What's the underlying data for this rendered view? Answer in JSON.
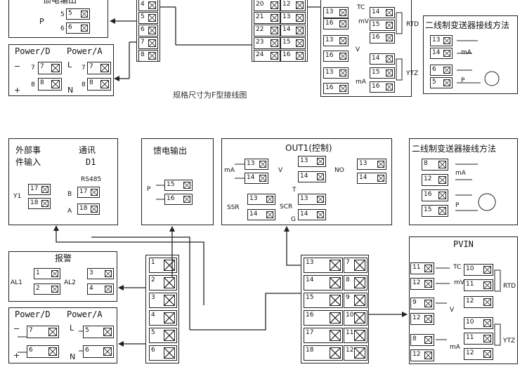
{
  "top": {
    "feed_fragment": "馈电输出",
    "feed_p": "P",
    "feed_pins": [
      "5",
      "6"
    ],
    "power_d": "Power/D",
    "power_a": "Power/A",
    "power_d_pins": [
      "7",
      "8"
    ],
    "power_a_pins": [
      "7",
      "8"
    ],
    "power_a_L": "L",
    "power_a_N": "N",
    "sym_minus": "−",
    "sym_plus": "+",
    "caption": "规格尺寸为F型接线图",
    "left_term_nums": [
      "4",
      "5",
      "6",
      "7",
      "8"
    ],
    "block_left_nums": [
      "20",
      "21",
      "22",
      "23",
      "24"
    ],
    "block_right_nums": [
      "12",
      "13",
      "14",
      "15",
      "16"
    ],
    "pv": {
      "tc": "TC",
      "mv": "mV",
      "v": "V",
      "ma": "mA",
      "rtd": "RTD",
      "ytz": "YTZ",
      "left_pins": [
        "13",
        "16",
        "13",
        "16",
        "13",
        "16"
      ],
      "right_pins": [
        "14",
        "15",
        "16",
        "14",
        "15",
        "16"
      ]
    },
    "two_wire": {
      "title": "二线制变送器接线方法",
      "pins": [
        "13",
        "14",
        "6",
        "5"
      ],
      "ma": "mA",
      "p": "P"
    }
  },
  "bottom": {
    "ext": {
      "title1": "外部事",
      "title2": "件输入",
      "comm": "通讯",
      "d1": "D1",
      "rs485": "RS485",
      "y1": "Y1",
      "pins_left": [
        "17",
        "18"
      ],
      "b": "B",
      "a": "A",
      "pins_right": [
        "17",
        "18"
      ]
    },
    "feed": {
      "title": "馈电输出",
      "p": "P",
      "pins": [
        "15",
        "16"
      ]
    },
    "out1": {
      "title": "OUT1(控制)",
      "ma": "mA",
      "v": "V",
      "no": "NO",
      "ssr": "SSR",
      "scr": "SCR",
      "pins_ma": [
        "13",
        "14"
      ],
      "pins_v": [
        "13",
        "14"
      ],
      "pins_no": [
        "13",
        "14"
      ],
      "pins_ssr": [
        "13",
        "14"
      ],
      "pins_scr": [
        "13",
        "14"
      ],
      "t": "T",
      "g": "G"
    },
    "two_wire": {
      "title": "二线制变送器接线方法",
      "pins": [
        "8",
        "12",
        "16",
        "15"
      ],
      "ma": "mA",
      "p": "P"
    },
    "alarm": {
      "title": "报警",
      "al1": "AL1",
      "al2": "AL2",
      "al1_pins": [
        "1",
        "2"
      ],
      "al2_pins": [
        "3",
        "4"
      ]
    },
    "power": {
      "d": "Power/D",
      "a": "Power/A",
      "d_pins": [
        "7",
        "6"
      ],
      "a_pins": [
        "5",
        "6"
      ],
      "L": "L",
      "N": "N",
      "minus": "−",
      "plus": "+"
    },
    "left_term_nums": [
      "1",
      "2",
      "3",
      "4",
      "5",
      "6"
    ],
    "block_left_nums": [
      "13",
      "14",
      "15",
      "16",
      "17",
      "18"
    ],
    "block_right_nums": [
      "7",
      "8",
      "9",
      "10",
      "11",
      "12"
    ],
    "pvin": {
      "title": "PVIN",
      "tc": "TC",
      "mv": "mV",
      "v": "V",
      "ma": "mA",
      "rtd": "RTD",
      "ytz": "YTZ",
      "left_pins": [
        "11",
        "12",
        "9",
        "12",
        "8",
        "12"
      ],
      "right_pins": [
        "10",
        "11",
        "12",
        "10",
        "11",
        "12"
      ]
    }
  }
}
